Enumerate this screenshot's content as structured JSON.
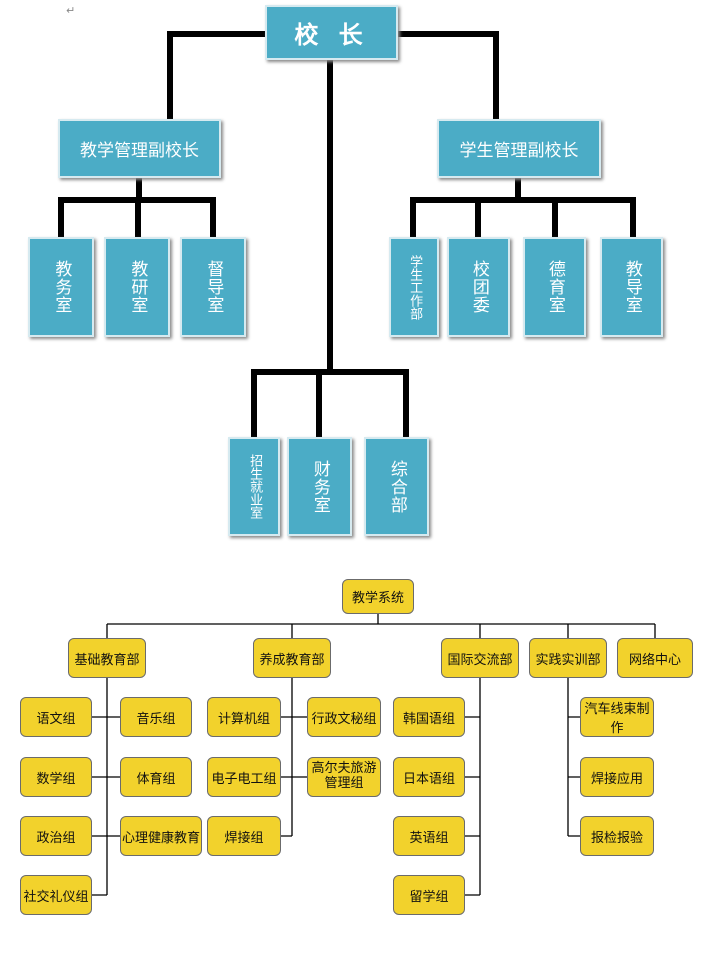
{
  "top_chart": {
    "mark": "↵",
    "principal": "校 长",
    "vp_teaching": "教学管理副校长",
    "vp_student": "学生管理副校长",
    "jiaowu": "教务室",
    "jiaoyan": "教研室",
    "dudao": "督导室",
    "xuesheng_gongzuo": "学生工作部",
    "xiaotuanwei": "校团委",
    "deyu": "德育室",
    "jiaodao": "教导室",
    "zhaosheng": "招生就业室",
    "caiwu": "财务室",
    "zonghe": "综合部"
  },
  "bottom_chart": {
    "root": "教学系统",
    "jichu": "基础教育部",
    "yangcheng": "养成教育部",
    "guoji": "国际交流部",
    "shijian": "实践实训部",
    "wangluo": "网络中心",
    "yuwen": "语文组",
    "shuxue": "数学组",
    "zhengzhi": "政治组",
    "shejiao": "社交礼仪组",
    "yinyue": "音乐组",
    "tiyu": "体育组",
    "xinli": "心理健康教育",
    "jisuanji": "计算机组",
    "dianzi": "电子电工组",
    "hanjie": "焊接组",
    "xingzheng": "行政文秘组",
    "gaoerfu": "高尔夫旅游\n管理组",
    "hanguo": "韩国语组",
    "riben": "日本语组",
    "yingyu": "英语组",
    "liuxue": "留学组",
    "qiche": "汽车线束制作",
    "hanjie_yingyong": "焊接应用",
    "baojian": "报检报验"
  },
  "colors": {
    "blue_box": "#4bacc6",
    "yellow_box": "#f2d22c",
    "connector": "#000000"
  }
}
